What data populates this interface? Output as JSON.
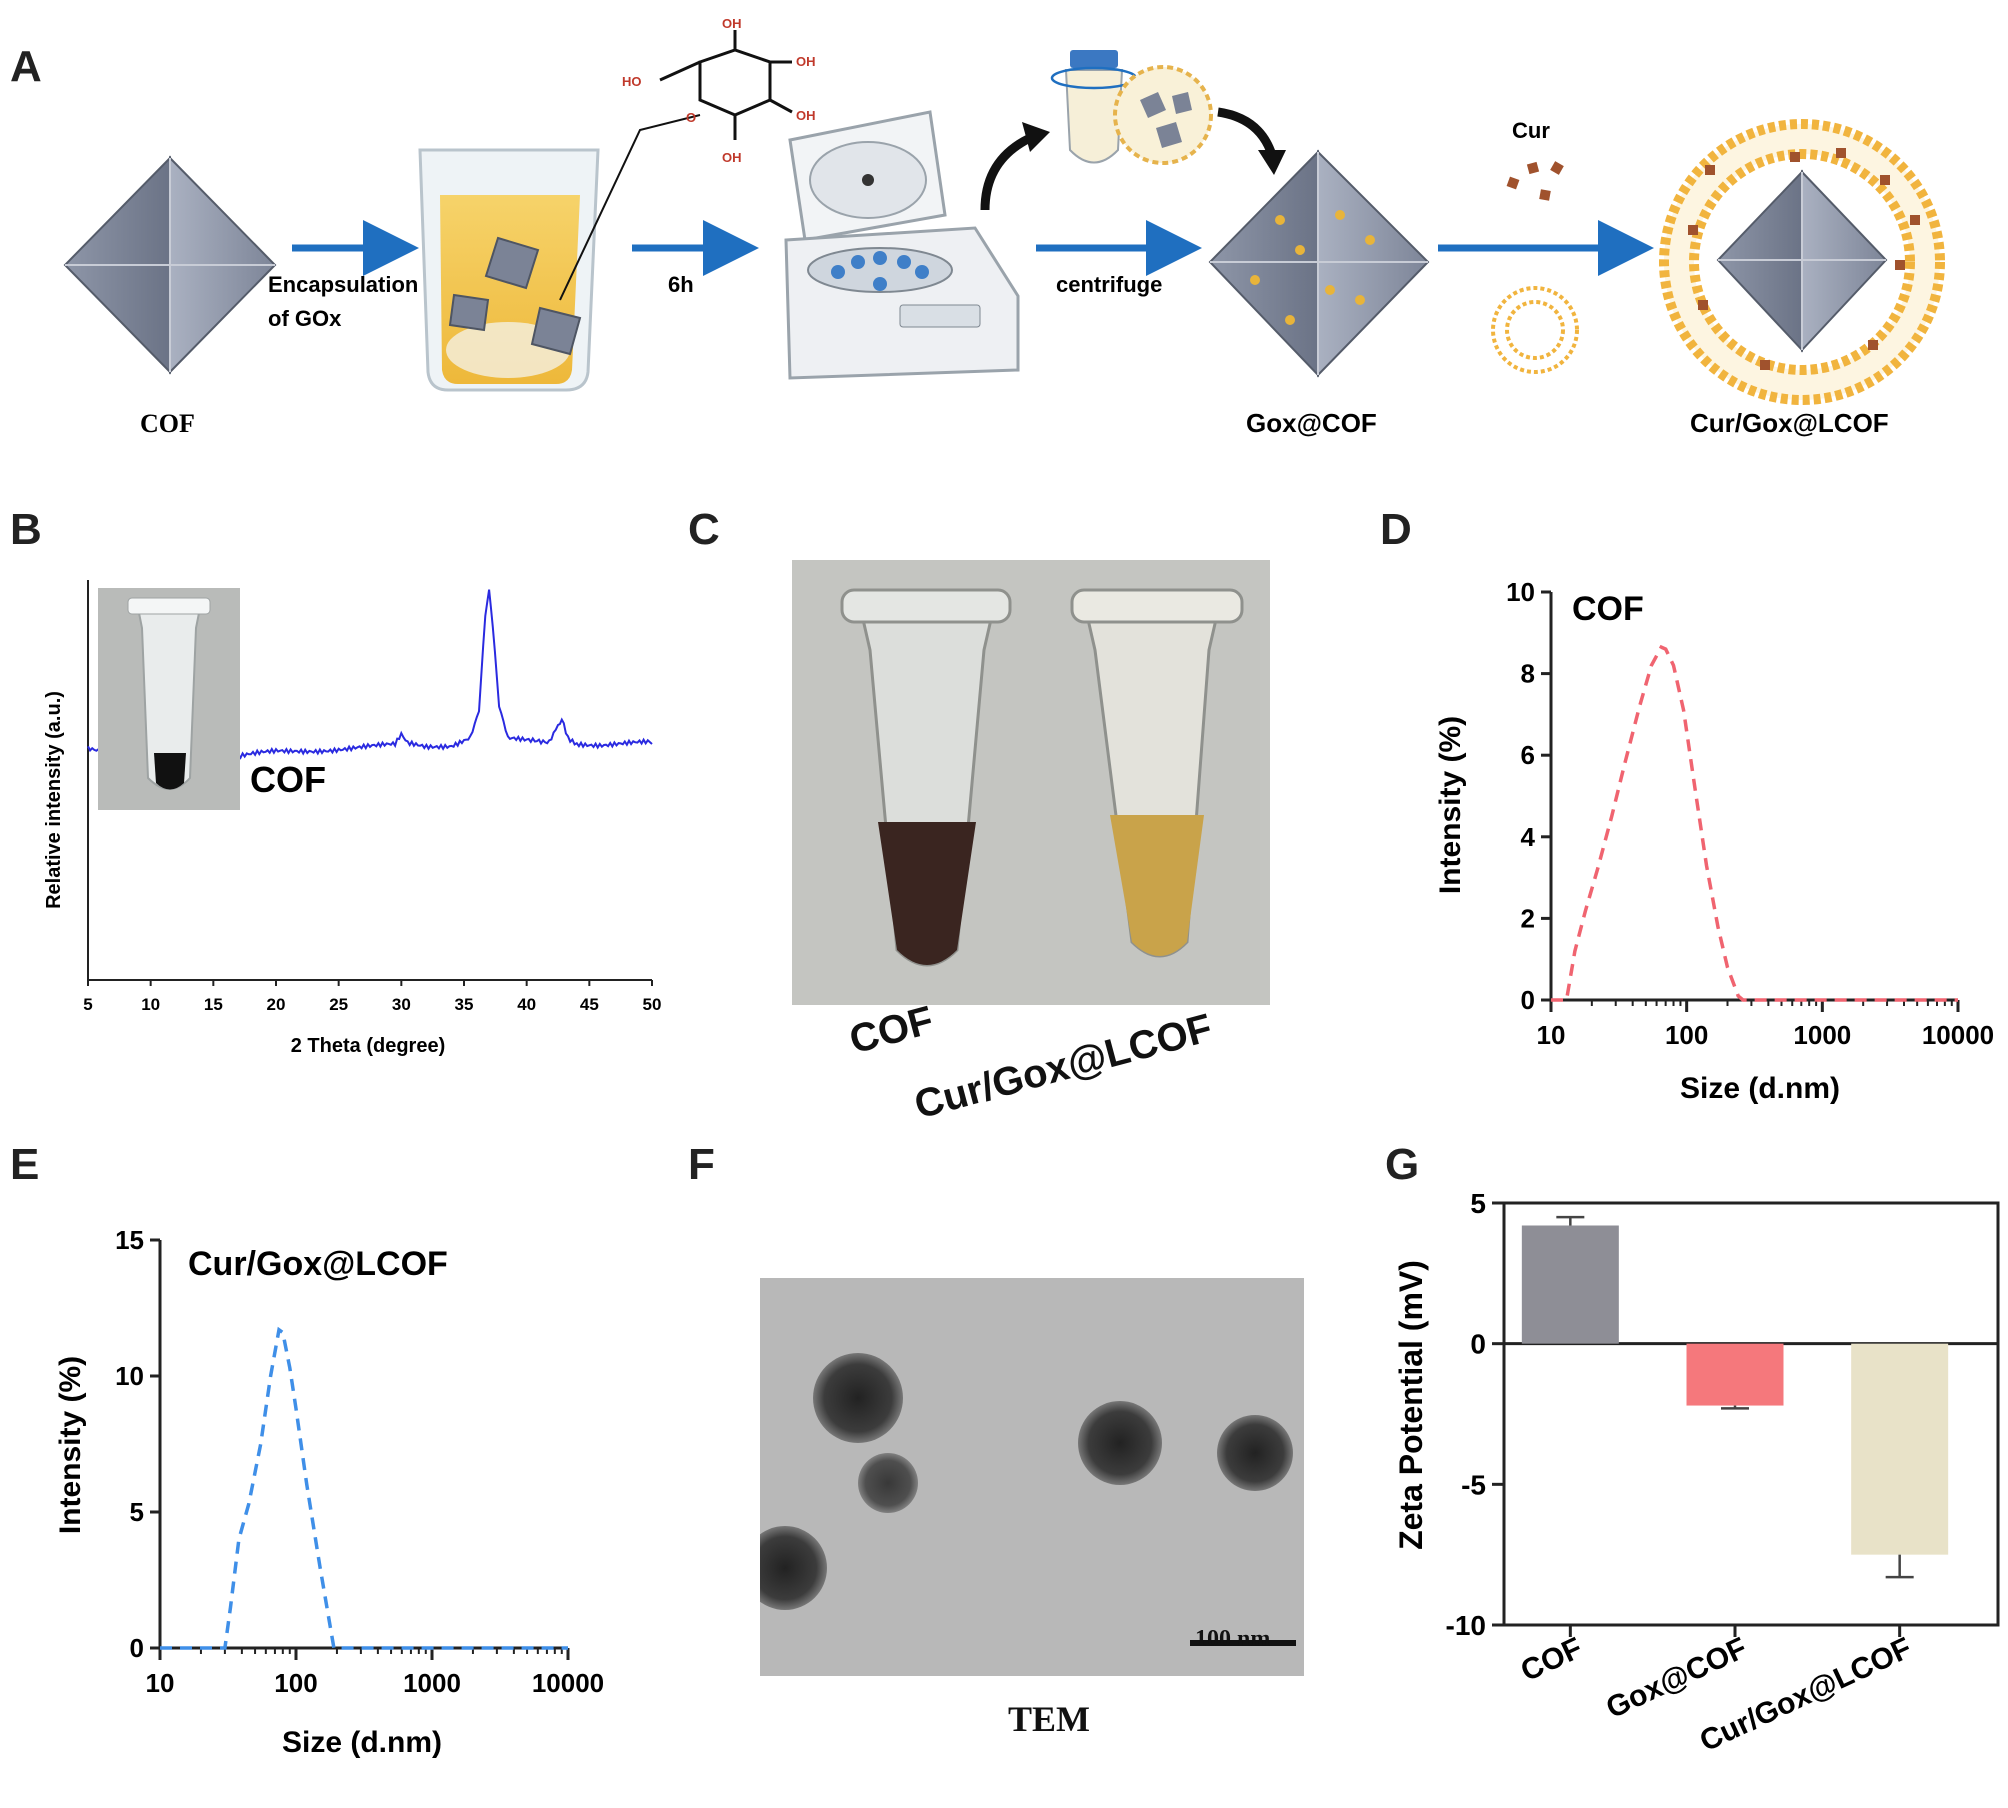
{
  "panels": {
    "a": "A",
    "b": "B",
    "c": "C",
    "d": "D",
    "e": "E",
    "f": "F",
    "g": "G"
  },
  "scheme": {
    "cof": "COF",
    "encapsulation_1": "Encapsulation",
    "encapsulation_2": "of GOx",
    "time": "6h",
    "centrifuge": "centrifuge",
    "gox_cof": "Gox@COF",
    "cur": "Cur",
    "cur_gox_lcof": "Cur/Gox@LCOF",
    "ho": "HO",
    "oh1": "OH",
    "oh2": "OH",
    "oh3": "OH",
    "oh4": "OH",
    "o": "O"
  },
  "photo_c": {
    "label_1": "COF",
    "label_2": "Cur/Gox@LCOF"
  },
  "tem": {
    "scale": "100 nm",
    "caption": "TEM"
  },
  "colors": {
    "arrow": "#1f6fc0",
    "xrd": "#2a2ae0",
    "dls_cof": "#f06470",
    "dls_cur": "#3f8fe8",
    "bar_cof": "#8e8e96",
    "bar_gox": "#f5787c",
    "bar_cur": "#e8e2c8",
    "lipid": "#f1b43e"
  },
  "chart_data": [
    {
      "panel": "B",
      "type": "line",
      "xlabel": "2 Theta (degree)",
      "ylabel": "Relative intensity (a.u.)",
      "annotation": "COF",
      "xlim": [
        5,
        50
      ],
      "ylim": [
        0,
        100
      ],
      "xticks": [
        "5",
        "10",
        "15",
        "20",
        "25",
        "30",
        "35",
        "40",
        "45",
        "50"
      ],
      "series": [
        {
          "x": [
            5,
            6,
            8,
            10,
            12,
            14,
            16,
            18,
            20,
            22,
            24,
            26,
            28,
            29.5,
            30,
            30.5,
            32,
            34,
            35.5,
            36.2,
            36.7,
            37,
            37.3,
            37.8,
            38.5,
            40,
            41.8,
            42.5,
            42.8,
            43.3,
            44,
            46,
            48,
            50
          ],
          "y": [
            58,
            57,
            56,
            55,
            54.5,
            54,
            55,
            56,
            57,
            57.5,
            57.8,
            58,
            58.2,
            58.5,
            61,
            59,
            58.5,
            59,
            61,
            68,
            92,
            97,
            88,
            68,
            60,
            59.5,
            60,
            64,
            66,
            61,
            59.5,
            59,
            59,
            59
          ]
        }
      ]
    },
    {
      "panel": "D",
      "type": "line",
      "xlabel": "Size (d.nm)",
      "ylabel": "Intensity (%)",
      "annotation": "COF",
      "xscale": "log",
      "xlim": [
        10,
        10000
      ],
      "ylim": [
        0,
        10
      ],
      "xticks": [
        "10",
        "100",
        "1000",
        "10000"
      ],
      "yticks": [
        "0",
        "2",
        "4",
        "6",
        "8",
        "10"
      ],
      "series": [
        {
          "x": [
            10,
            13,
            15,
            18,
            22,
            28,
            35,
            45,
            55,
            65,
            70,
            80,
            95,
            115,
            140,
            170,
            200,
            240,
            260,
            300,
            1000,
            10000
          ],
          "y": [
            0,
            0,
            1.2,
            2.2,
            3.2,
            4.5,
            5.8,
            7.2,
            8.2,
            8.65,
            8.6,
            8.2,
            7.1,
            5.2,
            3.3,
            1.8,
            0.8,
            0.1,
            0,
            0,
            0,
            0
          ]
        }
      ]
    },
    {
      "panel": "E",
      "type": "line",
      "xlabel": "Size (d.nm)",
      "ylabel": "Intensity (%)",
      "annotation": "Cur/Gox@LCOF",
      "xscale": "log",
      "xlim": [
        10,
        10000
      ],
      "ylim": [
        0,
        15
      ],
      "xticks": [
        "10",
        "100",
        "1000",
        "10000"
      ],
      "yticks": [
        "0",
        "5",
        "10",
        "15"
      ],
      "series": [
        {
          "x": [
            10,
            30,
            33,
            38,
            45,
            55,
            65,
            75,
            80,
            90,
            100,
            120,
            150,
            190,
            220,
            1000,
            10000
          ],
          "y": [
            0,
            0,
            1.5,
            4,
            5.3,
            7.5,
            10,
            11.7,
            11.6,
            10.3,
            8.8,
            6,
            3,
            0,
            0,
            0,
            0
          ]
        }
      ]
    },
    {
      "panel": "G",
      "type": "bar",
      "ylabel": "Zeta Potential (mV)",
      "categories": [
        "COF",
        "Gox@COF",
        "Cur/Gox@LCOF"
      ],
      "values": [
        4.2,
        -2.2,
        -7.5
      ],
      "errors": [
        0.3,
        0.1,
        0.8
      ],
      "ylim": [
        -10,
        5
      ],
      "yticks": [
        "5",
        "0",
        "-5",
        "-10"
      ]
    }
  ]
}
